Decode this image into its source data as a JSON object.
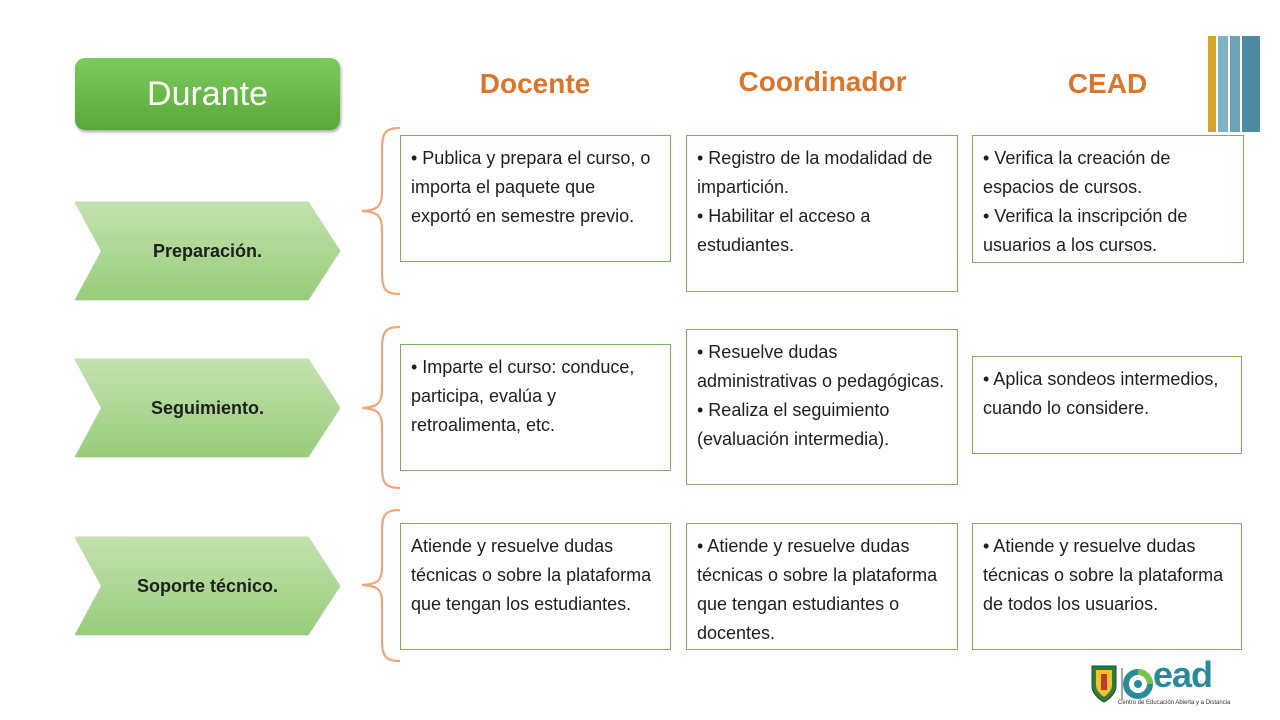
{
  "title": "Durante",
  "columns": [
    "Docente",
    "Coordinador",
    "CEAD"
  ],
  "rows": [
    {
      "label": "Preparación.",
      "docente": [
        "• Publica y prepara el curso, o importa el paquete que exportó en semestre previo."
      ],
      "coordinador": [
        "• Registro de la modalidad de impartición.",
        "• Habilitar el acceso a estudiantes."
      ],
      "cead": [
        "• Verifica la creación de espacios de cursos.",
        "• Verifica la inscripción de usuarios a los cursos."
      ]
    },
    {
      "label": "Seguimiento.",
      "docente": [
        "• Imparte el curso: conduce, participa, evalúa y retroalimenta, etc."
      ],
      "coordinador": [
        "• Resuelve dudas administrativas o pedagógicas.",
        "• Realiza el seguimiento (evaluación intermedia)."
      ],
      "cead": [
        "• Aplica sondeos intermedios, cuando lo considere."
      ]
    },
    {
      "label": "Soporte técnico.",
      "docente": [
        "Atiende y resuelve dudas técnicas o sobre la plataforma que tengan los estudiantes."
      ],
      "coordinador": [
        "• Atiende y resuelve dudas técnicas o sobre la plataforma que tengan estudiantes o docentes."
      ],
      "cead": [
        "• Atiende y resuelve dudas técnicas o sobre la plataforma de todos los usuarios."
      ]
    }
  ],
  "logo": {
    "text": "ead",
    "caption": "Centro de Educación Abierta y a Distancia"
  },
  "colors": {
    "accent_orange": "#d9752d",
    "title_green": "#5aa83a",
    "chevron_green": "#98cc7a",
    "box_border": "#7bb05d",
    "brace": "#f1a57a",
    "bar_gold": "#d4a52a",
    "bar_blue_light": "#6aa3b8",
    "bar_blue": "#4d8aa4"
  }
}
